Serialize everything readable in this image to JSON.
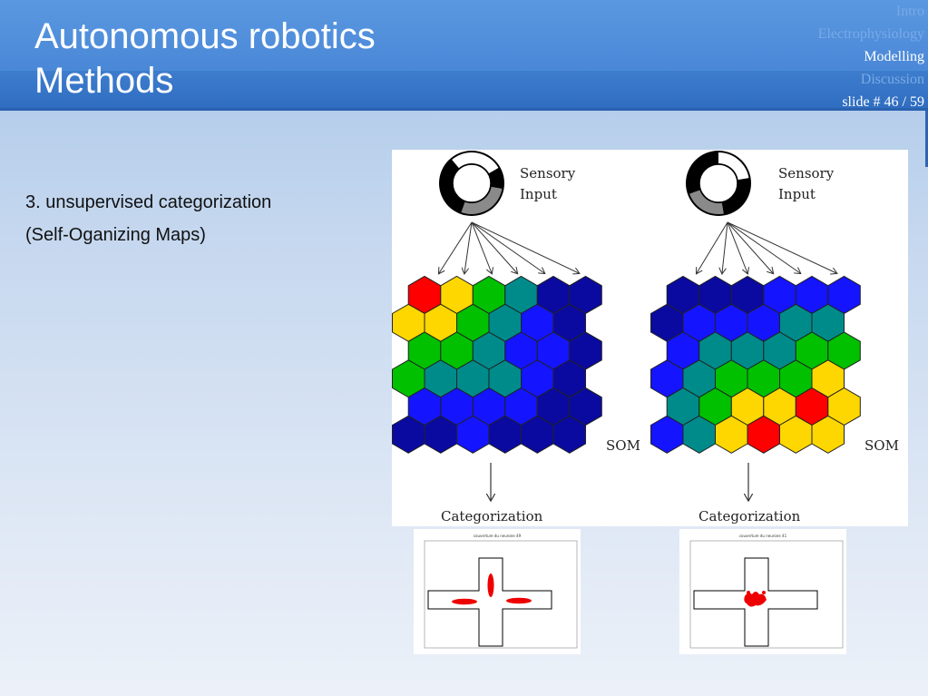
{
  "header": {
    "title_line1": "Autonomous robotics",
    "title_line2": "Methods"
  },
  "nav": {
    "items": [
      {
        "label": "Intro",
        "active": false
      },
      {
        "label": "Electrophysiology",
        "active": false
      },
      {
        "label": "Modelling",
        "active": true
      },
      {
        "label": "Discussion",
        "active": false
      }
    ],
    "slide_label": "slide # 46 / 59"
  },
  "body": {
    "line1": "3. unsupervised categorization",
    "line2": "(Self-Oganizing Maps)"
  },
  "figure": {
    "left_map": {
      "sensory_label_1": "Sensory",
      "sensory_label_2": "Input",
      "som_label": "SOM",
      "categorization_label": "Categorization"
    },
    "right_map": {
      "sensory_label_1": "Sensory",
      "sensory_label_2": "Input",
      "som_label": "SOM",
      "categorization_label": "Categorization"
    },
    "colors": {
      "red": "#ff0000",
      "yellow": "#ffd700",
      "green": "#00c000",
      "teal": "#008b8b",
      "blue": "#1414ff",
      "navy": "#0a0aa0"
    }
  },
  "plots": {
    "left_title": "couverture du neurone 49",
    "right_title": "couverture du neurone 41"
  }
}
